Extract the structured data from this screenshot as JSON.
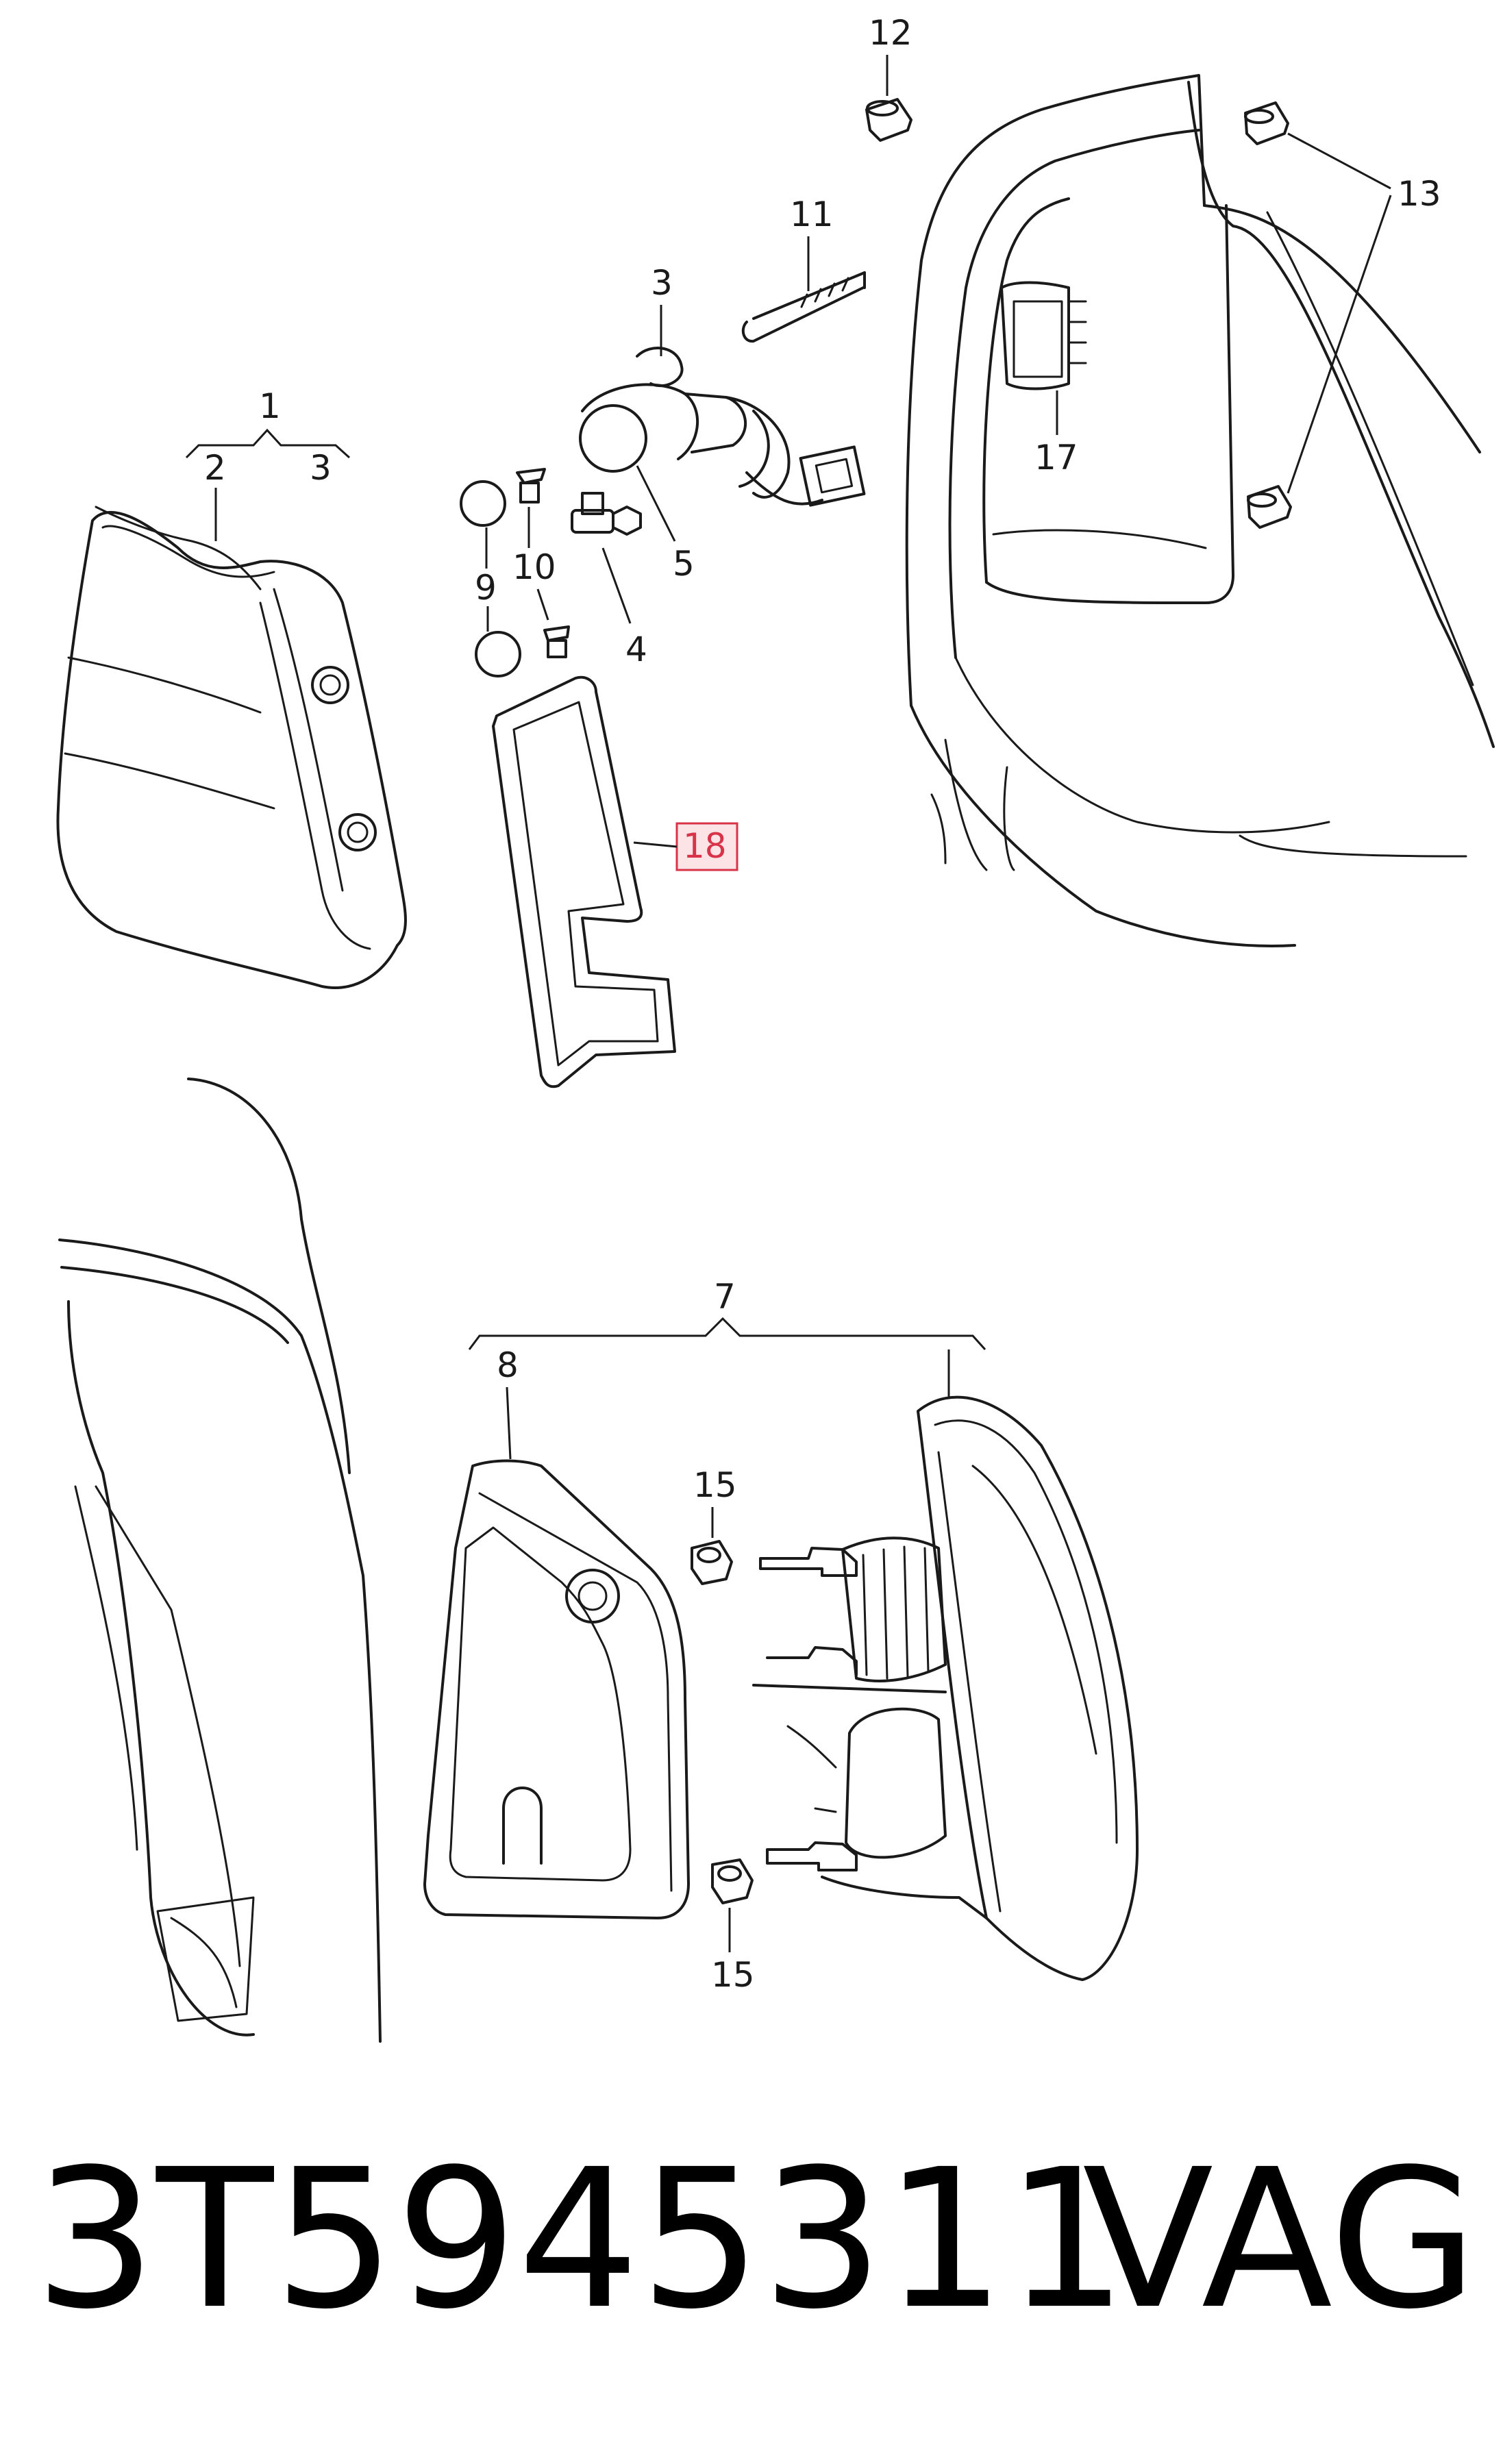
{
  "callouts": {
    "c1": "1",
    "c2": "2",
    "c3a": "3",
    "c3b": "3",
    "c4": "4",
    "c5": "5",
    "c7": "7",
    "c8": "8",
    "c9": "9",
    "c10": "10",
    "c11": "11",
    "c12": "12",
    "c13": "13",
    "c15a": "15",
    "c15b": "15",
    "c17": "17",
    "c18": "18"
  },
  "highlight": {
    "callout": "18",
    "color": "#d9334a",
    "fill": "#fbe3e6"
  },
  "footer": {
    "part_number": "3T5945311",
    "brand": "VAG"
  }
}
